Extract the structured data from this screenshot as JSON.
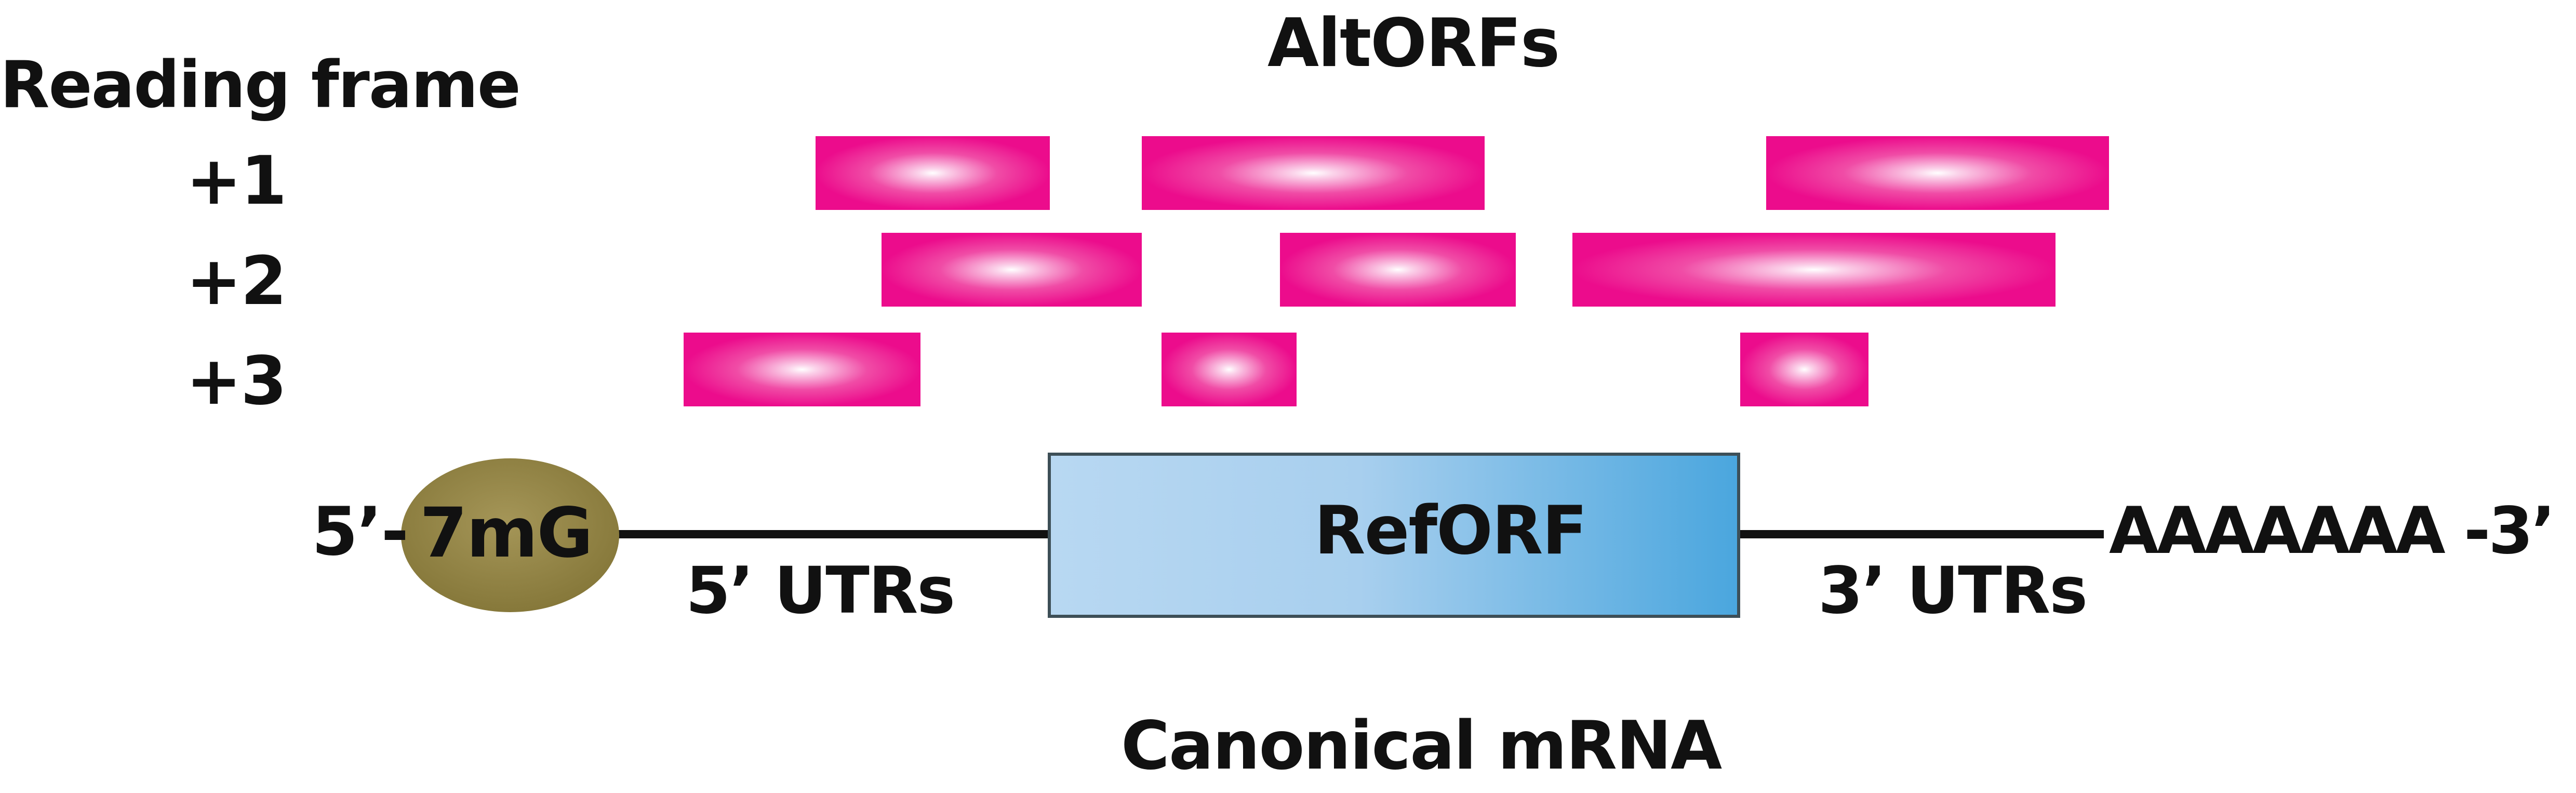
{
  "header": {
    "altorfs_title": "AltORFs",
    "reading_frame_label": "Reading frame"
  },
  "frames": [
    {
      "label": "+1",
      "orf_count": 3
    },
    {
      "label": "+2",
      "orf_count": 3
    },
    {
      "label": "+3",
      "orf_count": 3
    }
  ],
  "mrna": {
    "five_prime_label": "5’-",
    "cap_label": "7mG",
    "refORF_label": "RefORF",
    "utr5_label": "5’ UTRs",
    "utr3_label": "3’ UTRs",
    "polyA_label": "AAAAAAA -3’",
    "caption": "Canonical mRNA"
  },
  "colors": {
    "altorf_magenta": "#EC0C8C",
    "altorf_highlight": "#FFFFFF",
    "refORF_light": "#B5D5F1",
    "refORF_dark": "#4CA8DF",
    "refORF_border": "#3D4F57",
    "cap_fill": "#8A7D40",
    "cap_highlight": "#A39356",
    "line": "#111111",
    "text": "#111111"
  }
}
